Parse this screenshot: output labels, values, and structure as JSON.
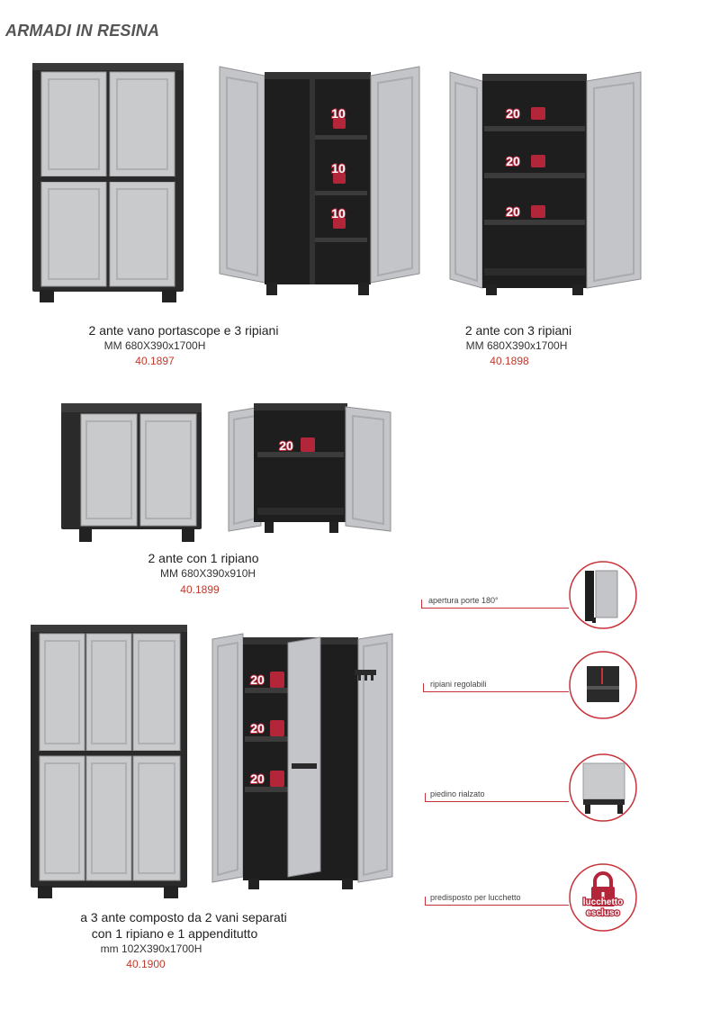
{
  "page": {
    "title": "ARMADI IN RESINA"
  },
  "products": [
    {
      "description": "2 ante vano portascope e 3 ripiani",
      "dimensions": "MM 680X390x1700H",
      "code": "40.1897",
      "shelf_loads": [
        "10",
        "10",
        "10"
      ]
    },
    {
      "description": "2 ante con 3 ripiani",
      "dimensions": "MM 680X390x1700H",
      "code": "40.1898",
      "shelf_loads": [
        "20",
        "20",
        "20"
      ]
    },
    {
      "description": "2 ante con 1 ripiano",
      "dimensions": "MM 680X390x910H",
      "code": "40.1899",
      "shelf_loads": [
        "20"
      ]
    },
    {
      "description_line1": "a 3 ante composto da 2 vani separati",
      "description_line2": "con 1 ripiano  e 1 appenditutto",
      "dimensions": "mm 102X390x1700H",
      "code": "40.1900",
      "shelf_loads": [
        "20",
        "20",
        "20"
      ]
    }
  ],
  "features": [
    {
      "label": "apertura porte 180°",
      "icon": "door-opening-icon"
    },
    {
      "label": "ripiani  regolabili",
      "icon": "adjustable-shelf-icon"
    },
    {
      "label": "piedino rialzato",
      "icon": "raised-foot-icon"
    },
    {
      "label": "predisposto per lucchetto",
      "icon": "padlock-icon",
      "note_line1": "lucchetto",
      "note_line2": "escluso"
    }
  ],
  "colors": {
    "frame": "#2a2a2a",
    "panel": "#c9cacc",
    "accent": "#c0392b",
    "badge": "#b3263a"
  }
}
